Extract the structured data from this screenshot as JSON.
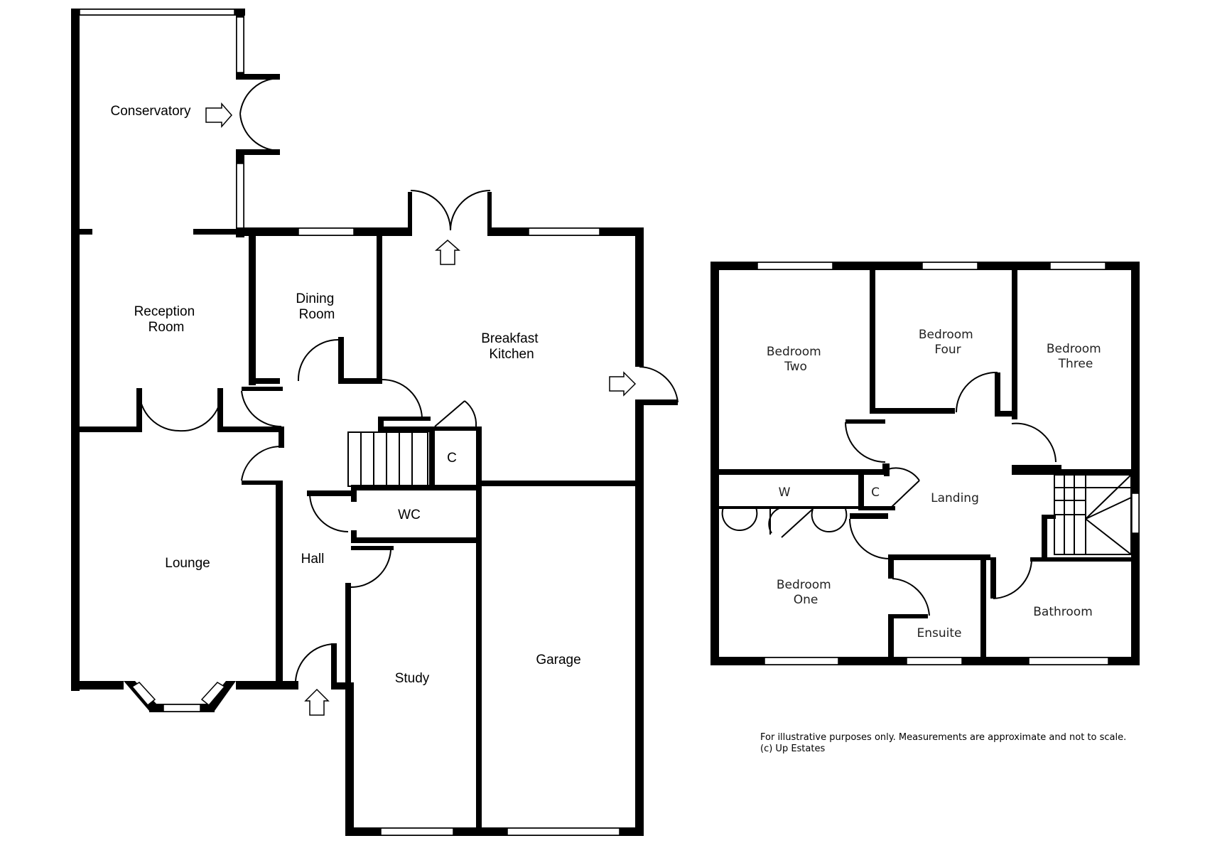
{
  "ground_floor": {
    "rooms": {
      "conservatory": "Conservatory",
      "reception_room": [
        "Reception",
        "Room"
      ],
      "dining_room": [
        "Dining",
        "Room"
      ],
      "breakfast_kitchen": [
        "Breakfast",
        "Kitchen"
      ],
      "lounge": "Lounge",
      "hall": "Hall",
      "wc": "WC",
      "cupboard": "C",
      "study": "Study",
      "garage": "Garage"
    }
  },
  "first_floor": {
    "rooms": {
      "bedroom_two": [
        "Bedroom",
        "Two"
      ],
      "bedroom_four": [
        "Bedroom",
        "Four"
      ],
      "bedroom_three": [
        "Bedroom",
        "Three"
      ],
      "wardrobe": "W",
      "cupboard": "C",
      "landing": "Landing",
      "bedroom_one": [
        "Bedroom",
        "One"
      ],
      "ensuite": "Ensuite",
      "bathroom": "Bathroom"
    }
  },
  "footer": {
    "disclaimer": "For illustrative purposes only. Measurements are approximate and not to scale.",
    "copyright": "(c) Up Estates"
  },
  "colors": {
    "wall": "#000000",
    "background": "#ffffff"
  }
}
